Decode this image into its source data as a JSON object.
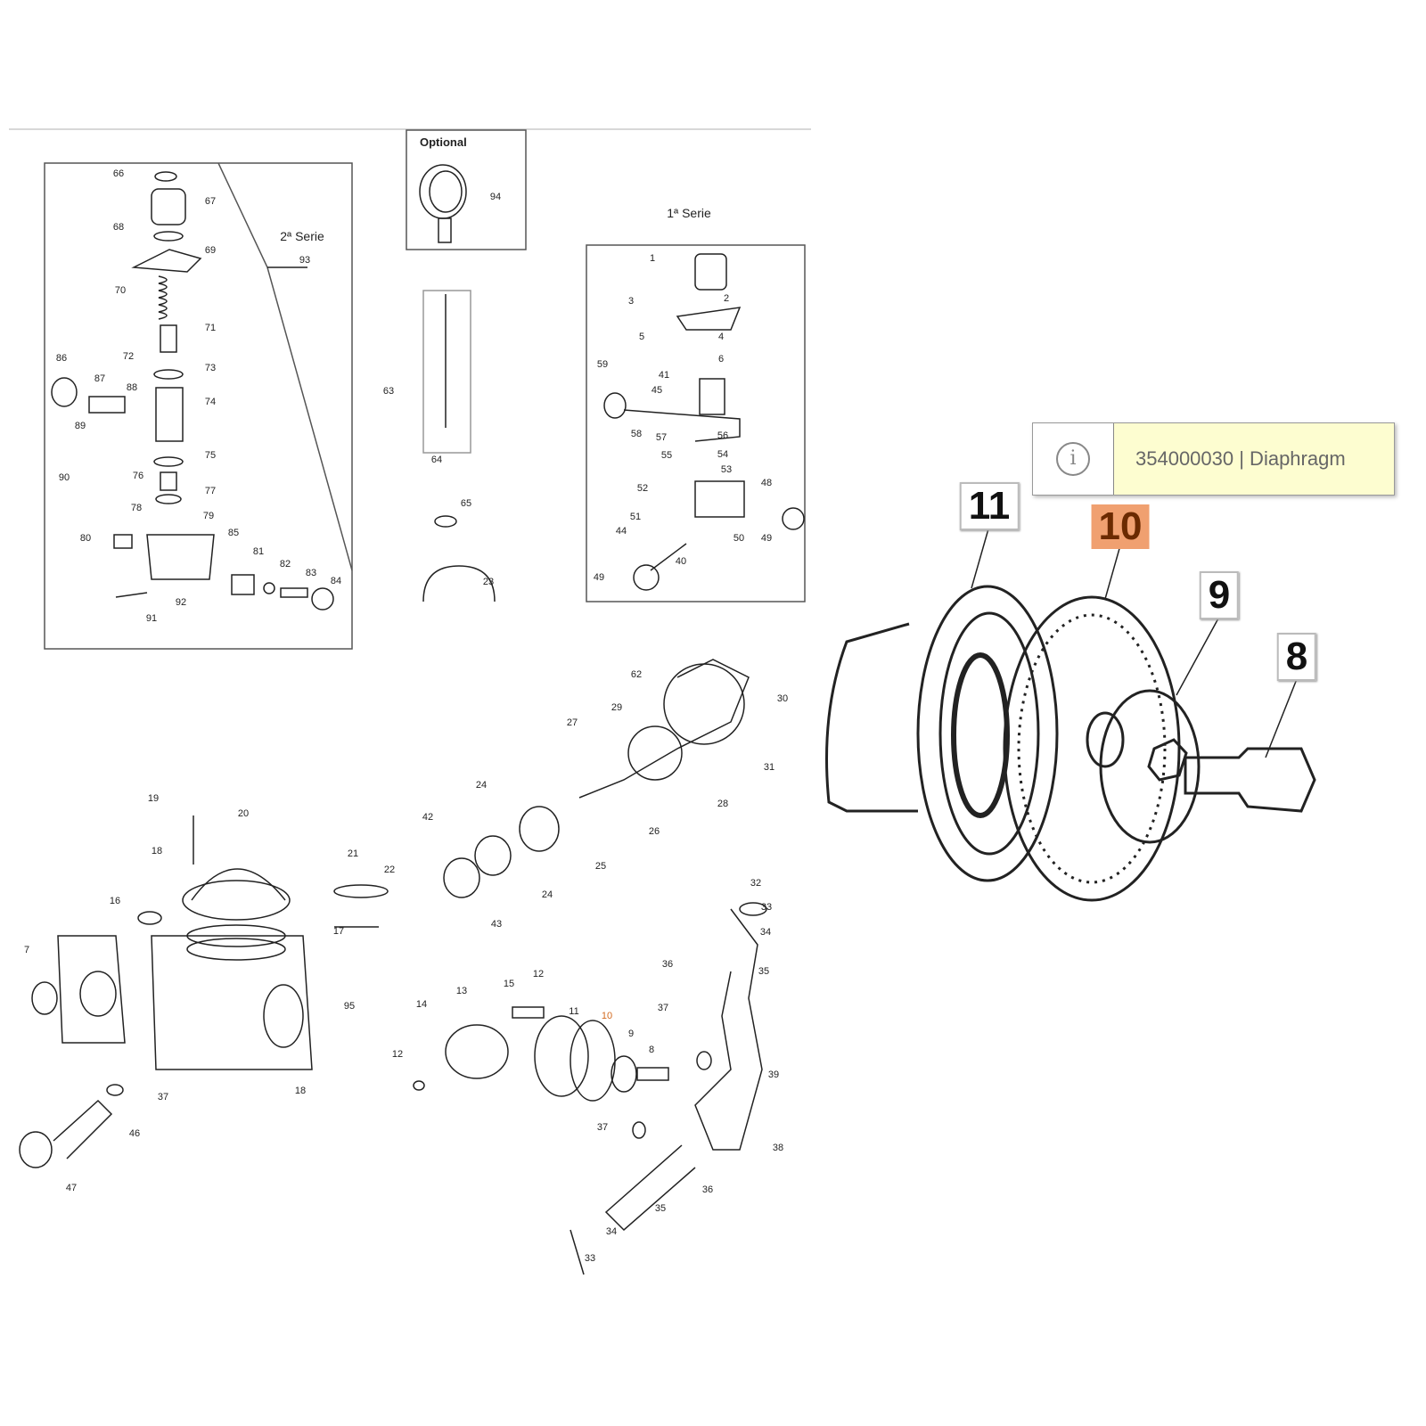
{
  "tooltip": {
    "text": "354000030 | Diaphragm",
    "icon": "info-icon"
  },
  "headings": {
    "optional": "Optional",
    "serie2": "2ª Serie",
    "serie1": "1ª Serie"
  },
  "highlight_color": "#f0a070",
  "big_labels": [
    "11",
    "10",
    "9",
    "8"
  ],
  "labels": [
    "66",
    "67",
    "68",
    "69",
    "70",
    "71",
    "72",
    "73",
    "86",
    "87",
    "88",
    "74",
    "89",
    "75",
    "90",
    "76",
    "77",
    "78",
    "79",
    "80",
    "85",
    "81",
    "82",
    "83",
    "84",
    "92",
    "91",
    "93",
    "94",
    "63",
    "64",
    "65",
    "23",
    "1",
    "2",
    "3",
    "4",
    "5",
    "6",
    "59",
    "41",
    "45",
    "58",
    "57",
    "56",
    "55",
    "54",
    "53",
    "48",
    "52",
    "51",
    "44",
    "50",
    "49",
    "40",
    "49",
    "30",
    "62",
    "29",
    "27",
    "31",
    "28",
    "24",
    "26",
    "25",
    "42",
    "24",
    "43",
    "21",
    "22",
    "19",
    "20",
    "18",
    "16",
    "17",
    "7",
    "95",
    "18",
    "37",
    "46",
    "47",
    "14",
    "13",
    "15",
    "12",
    "11",
    "10",
    "9",
    "8",
    "37",
    "12",
    "37",
    "32",
    "33",
    "34",
    "36",
    "35",
    "39",
    "38",
    "36",
    "35",
    "34",
    "33"
  ]
}
